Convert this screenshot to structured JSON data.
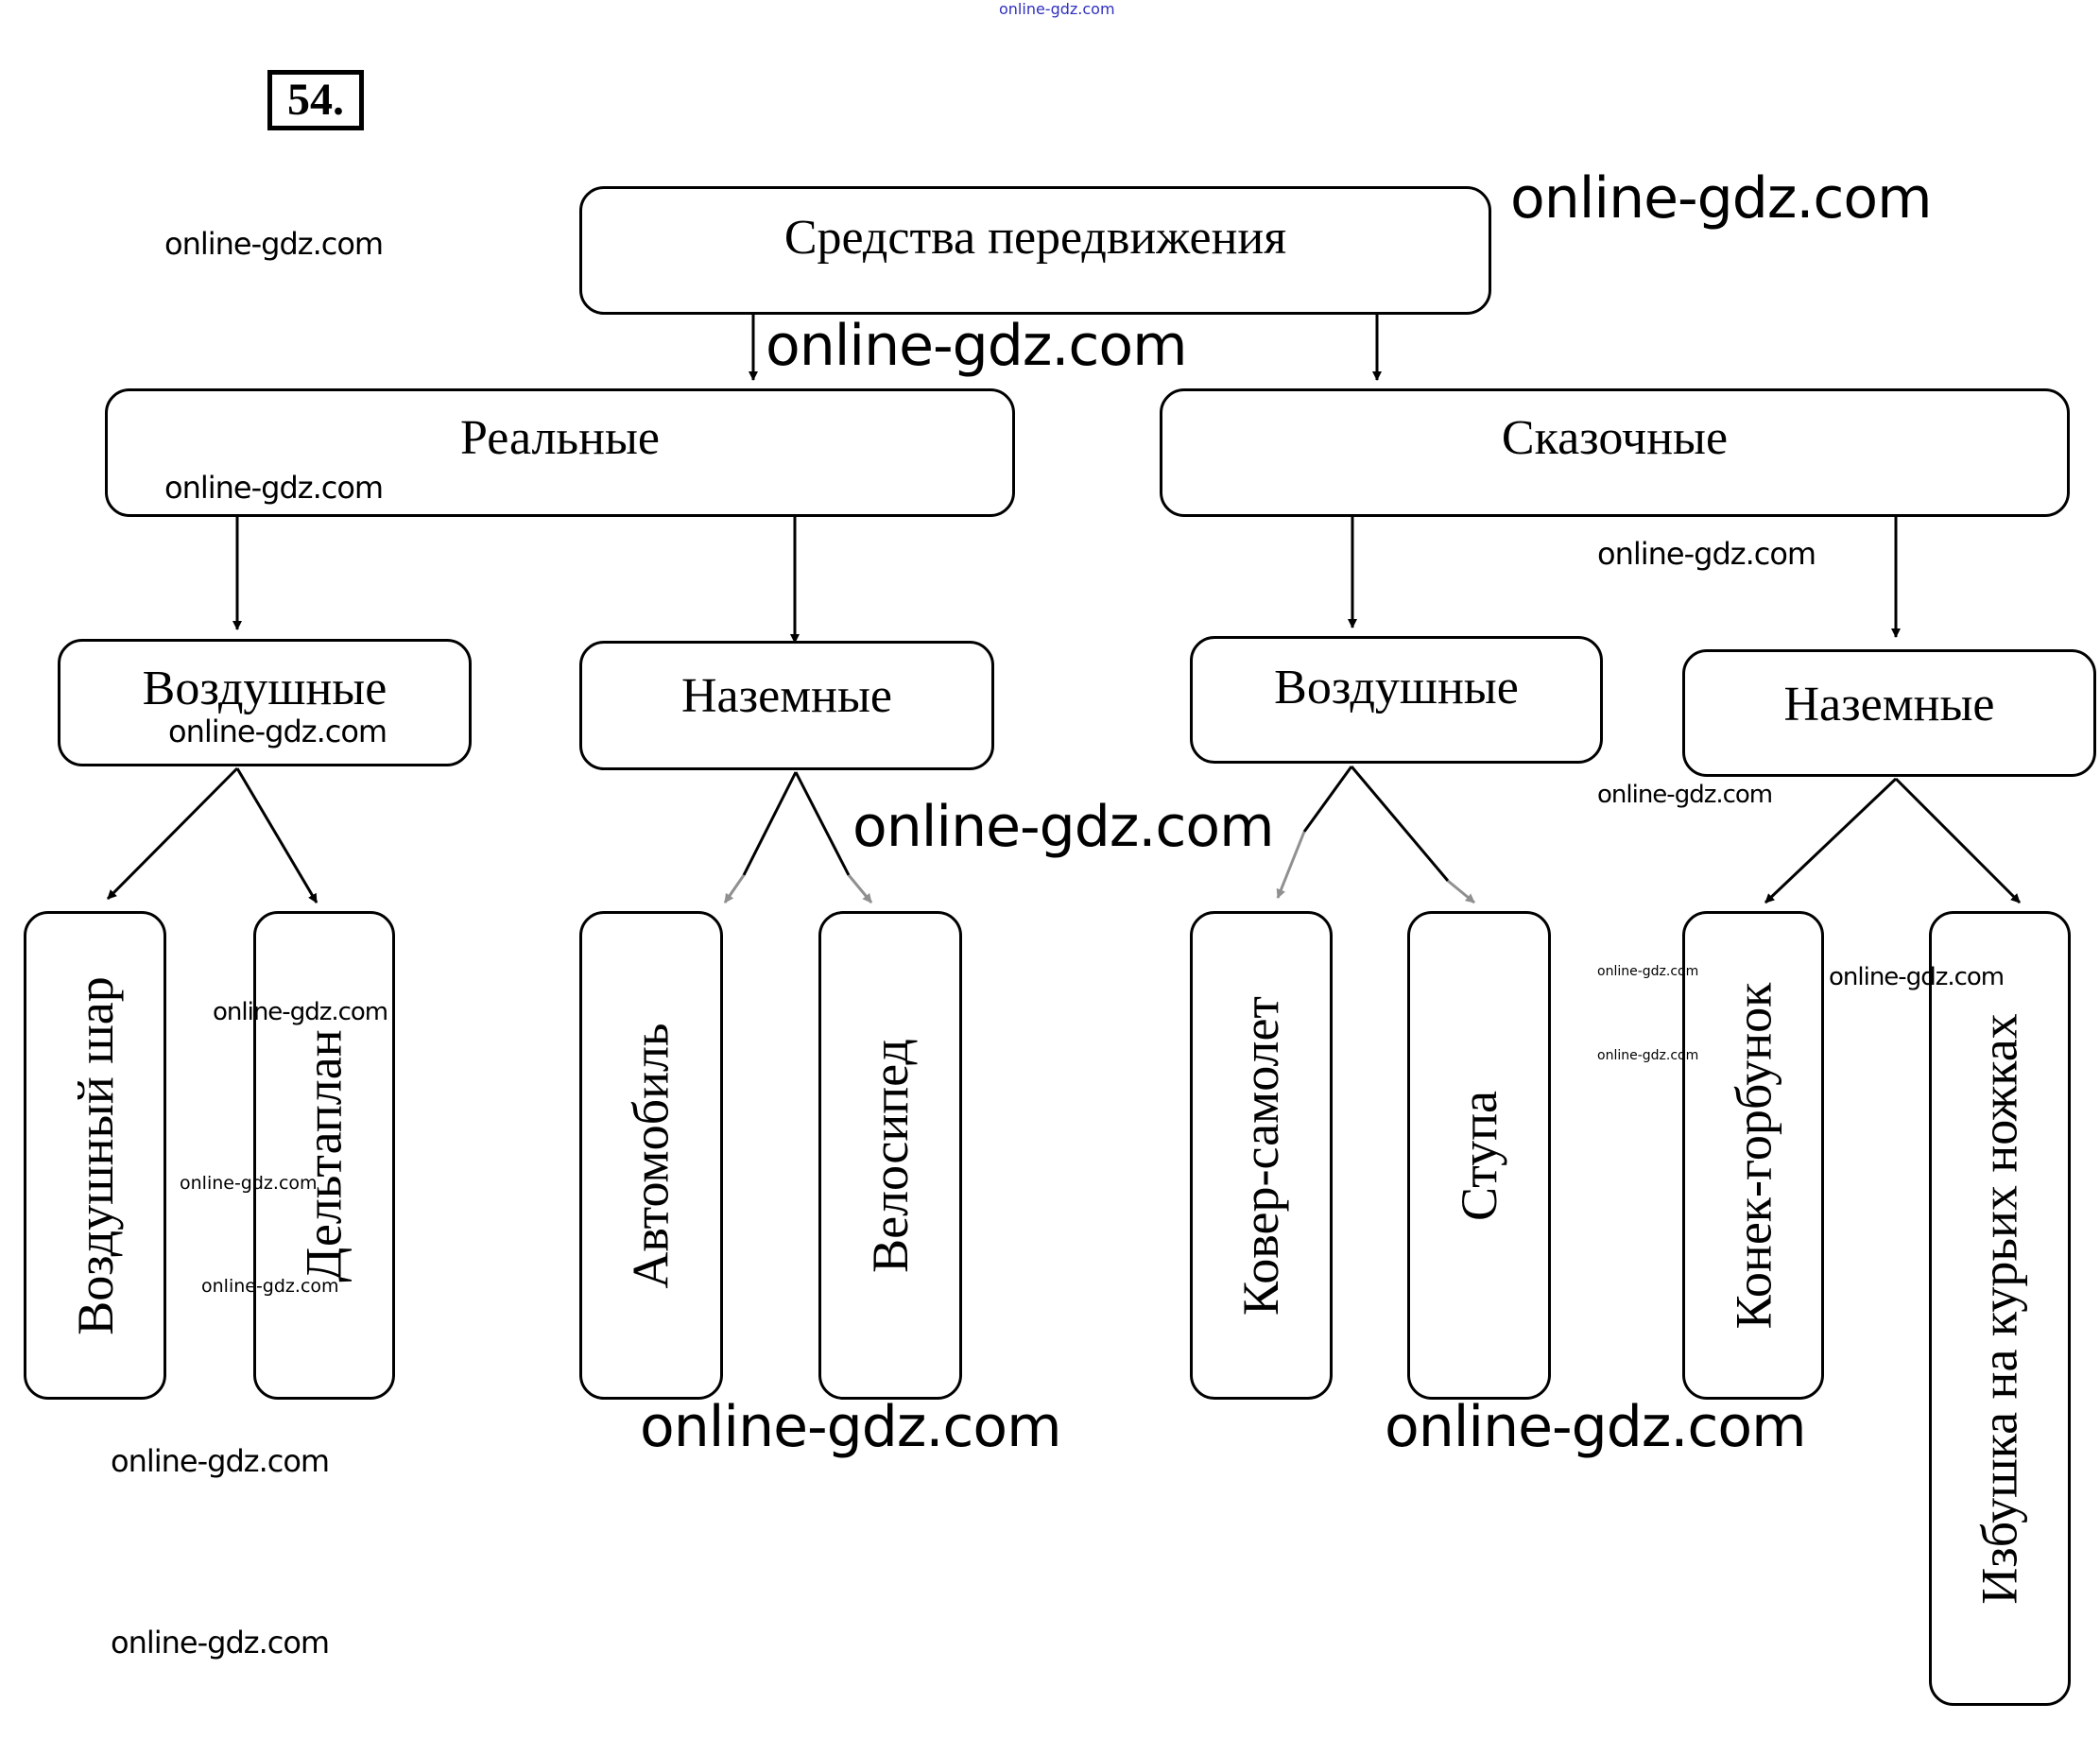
{
  "exercise_number": "54.",
  "diagram": {
    "root": "Средства передвижения",
    "categories": [
      {
        "label": "Реальные",
        "groups": [
          {
            "label": "Воздушные",
            "items": [
              "Воздушный шар",
              "Дельтаплан"
            ]
          },
          {
            "label": "Наземные",
            "items": [
              "Автомобиль",
              "Велосипед"
            ]
          }
        ]
      },
      {
        "label": "Сказочные",
        "groups": [
          {
            "label": "Воздушные",
            "items": [
              "Ковер-самолет",
              "Ступа"
            ]
          },
          {
            "label": "Наземные",
            "items": [
              "Конек-горбунок",
              "Избушка на курьих ножках"
            ]
          }
        ]
      }
    ]
  },
  "watermark": "online-gdz.com",
  "watermark_top": "online-gdz.com",
  "colors": {
    "stroke": "#000000",
    "faded_arrow": "#909090",
    "top_watermark": "#3030c0"
  }
}
